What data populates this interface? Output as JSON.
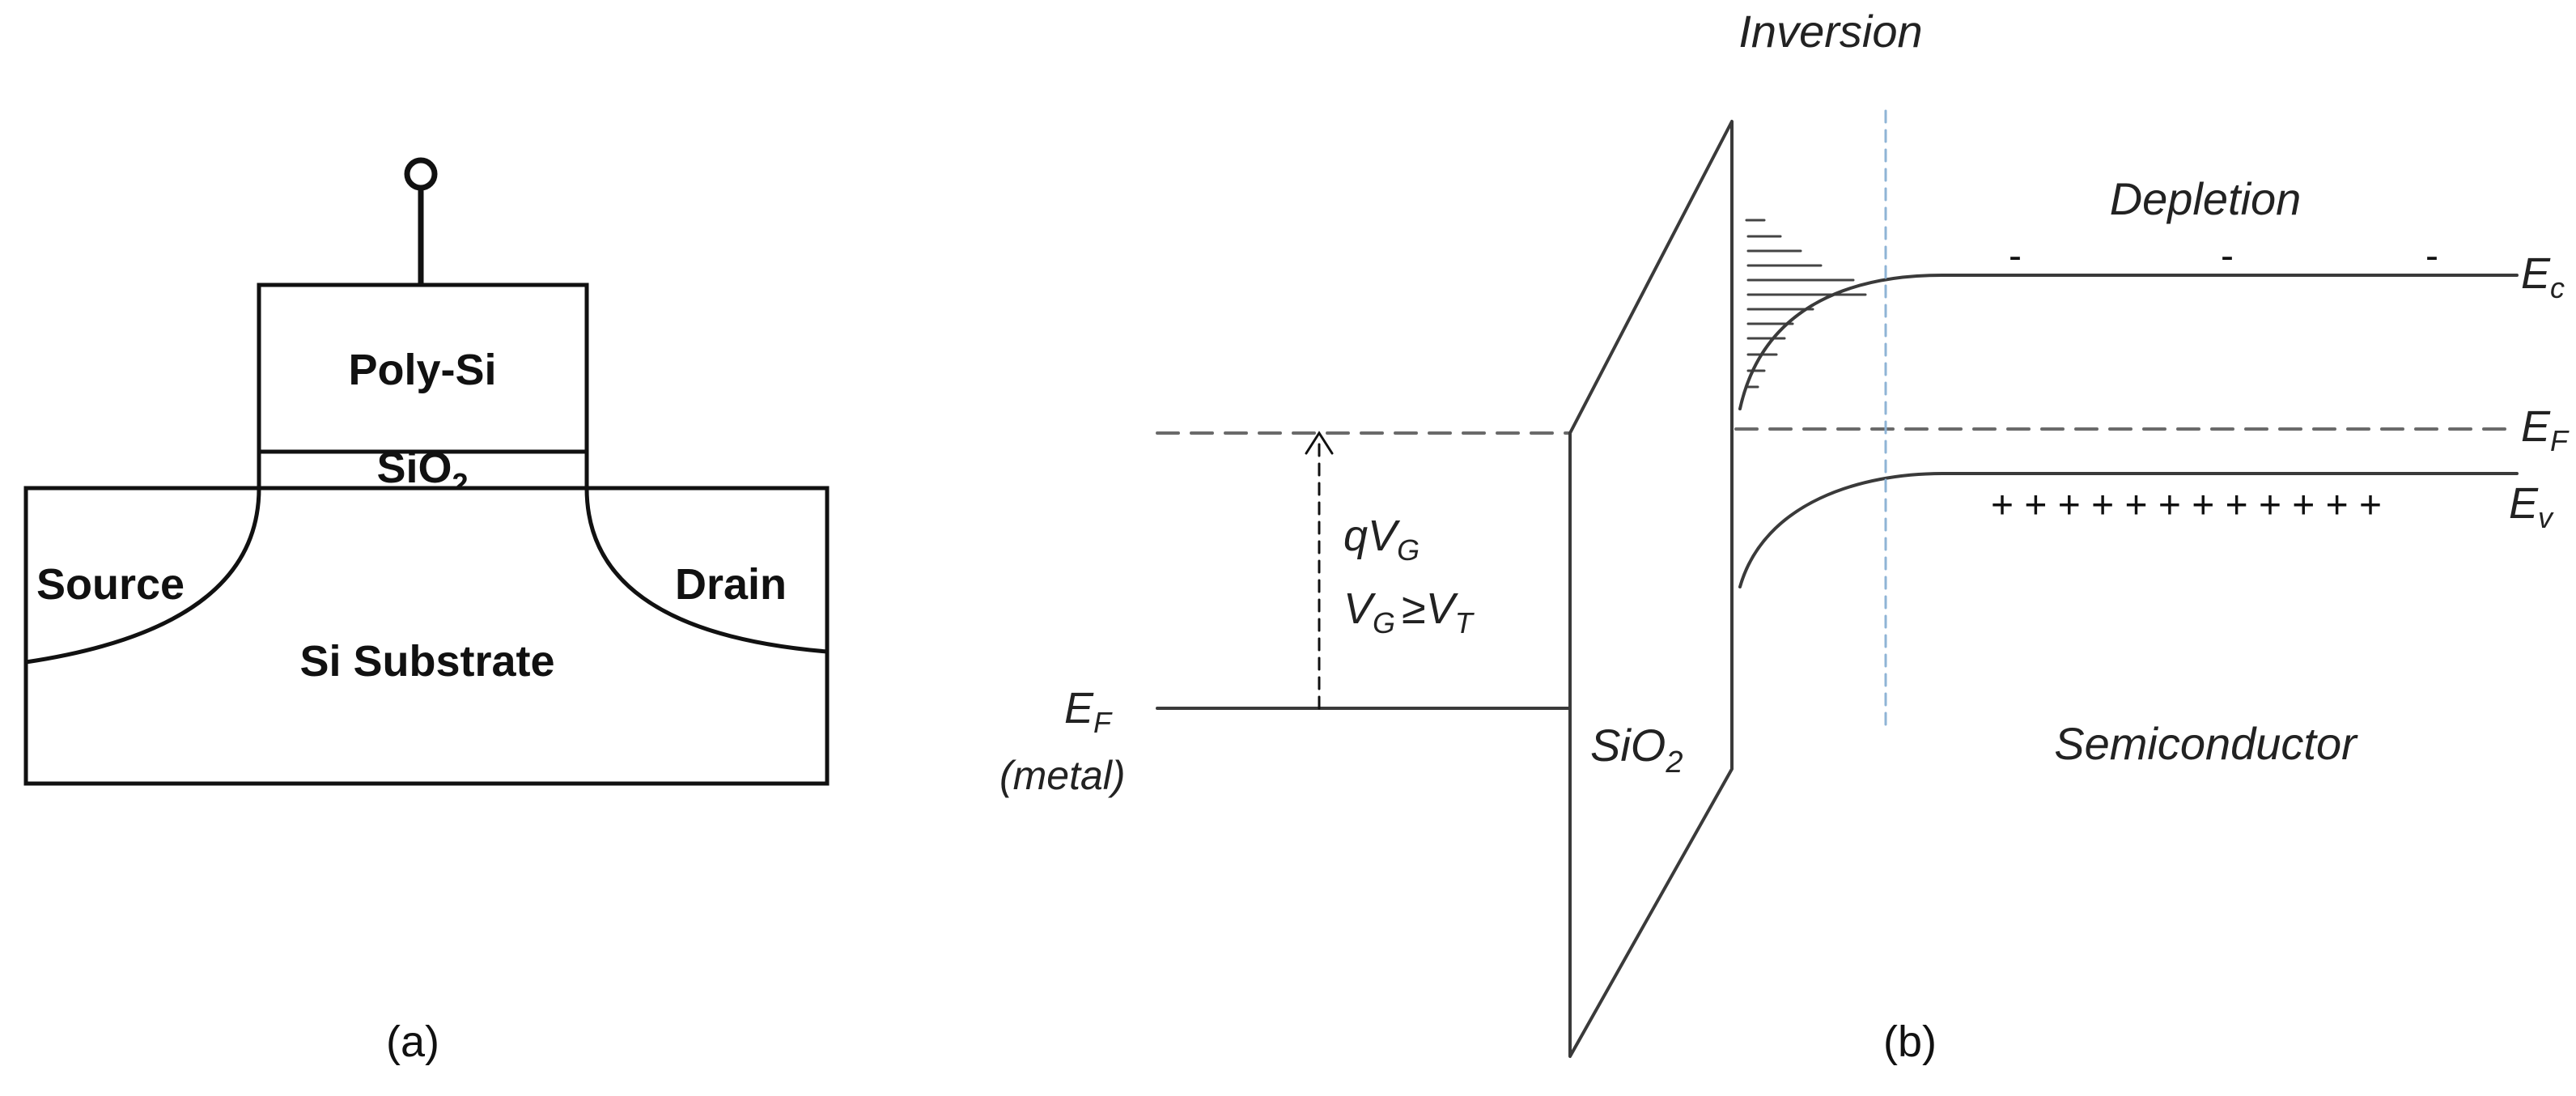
{
  "panel_a": {
    "caption": "(a)",
    "gate_label": "Poly-Si",
    "oxide": "SiO",
    "oxide_sub": "2",
    "source": "Source",
    "drain": "Drain",
    "substrate": "Si Substrate"
  },
  "panel_b": {
    "caption": "(b)",
    "inversion": "Inversion",
    "depletion": "Depletion",
    "semiconductor": "Semiconductor",
    "oxide": "SiO",
    "oxide_sub": "2",
    "ef_metal_main": "E",
    "ef_metal_sub": "F",
    "ef_metal_note": "(metal)",
    "qvg_q": "qV",
    "qvg_sub": "G",
    "cond_v1": "V",
    "cond_v1_sub": "G",
    "cond_op": "≥",
    "cond_v2": "V",
    "cond_v2_sub": "T",
    "ec_main": "E",
    "ec_sub": "c",
    "ef_main": "E",
    "ef_sub": "F",
    "ev_main": "E",
    "ev_sub": "v",
    "minus_sign": "-",
    "plus_row": "+ + + + + + + + + + + +"
  },
  "colors": {
    "line": "#3a3a3a",
    "dashed": "#6a6a6a",
    "boundary_dash": "#8fb4d6"
  }
}
